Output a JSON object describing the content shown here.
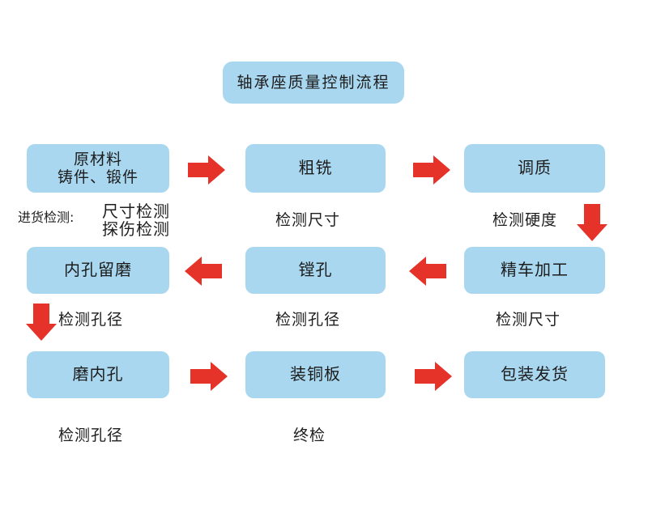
{
  "diagram": {
    "title": "轴承座质量控制流程",
    "accent_box_color": "#a9d7ef",
    "accent_arrow_color": "#e5332a",
    "text_color": "#1c1c1c",
    "background_color": "#ffffff",
    "rows": [
      {
        "row_id": "row-1",
        "direction": "left-to-right",
        "nodes": [
          {
            "id": "raw-material",
            "label": "原材料\n铸件、锻件"
          },
          {
            "id": "rough-milling",
            "label": "粗铣"
          },
          {
            "id": "quench-temper",
            "label": "调质"
          }
        ],
        "captions": [
          {
            "id": "incoming-inspection",
            "prefix": "进货检测:",
            "lines": "尺寸检测\n探伤检测"
          },
          {
            "id": "inspect-dimension-1",
            "text": "检测尺寸"
          },
          {
            "id": "inspect-hardness",
            "text": "检测硬度"
          }
        ]
      },
      {
        "row_id": "row-2",
        "direction": "right-to-left",
        "nodes": [
          {
            "id": "bore-reserve-grinding",
            "label": "内孔留磨"
          },
          {
            "id": "boring",
            "label": "镗孔"
          },
          {
            "id": "finish-turning",
            "label": "精车加工"
          }
        ],
        "captions": [
          {
            "id": "inspect-bore-dia-1",
            "text": "检测孔径"
          },
          {
            "id": "inspect-bore-dia-2",
            "text": "检测孔径"
          },
          {
            "id": "inspect-dimension-2",
            "text": "检测尺寸"
          }
        ]
      },
      {
        "row_id": "row-3",
        "direction": "left-to-right",
        "nodes": [
          {
            "id": "grind-bore",
            "label": "磨内孔"
          },
          {
            "id": "mount-copper-plate",
            "label": "装铜板"
          },
          {
            "id": "packing-shipping",
            "label": "包装发货"
          }
        ],
        "captions": [
          {
            "id": "inspect-bore-dia-3",
            "text": "检测孔径"
          },
          {
            "id": "final-inspection",
            "text": "终检"
          }
        ]
      }
    ],
    "connectors": [
      {
        "id": "arrow-raw-to-rough",
        "direction": "right"
      },
      {
        "id": "arrow-rough-to-quench",
        "direction": "right"
      },
      {
        "id": "arrow-quench-to-finishturning",
        "direction": "down"
      },
      {
        "id": "arrow-finishturning-to-boring",
        "direction": "left"
      },
      {
        "id": "arrow-boring-to-borereserve",
        "direction": "left"
      },
      {
        "id": "arrow-borereserve-to-grindbore",
        "direction": "down"
      },
      {
        "id": "arrow-grindbore-to-copperplate",
        "direction": "right"
      },
      {
        "id": "arrow-copperplate-to-packing",
        "direction": "right"
      }
    ]
  }
}
